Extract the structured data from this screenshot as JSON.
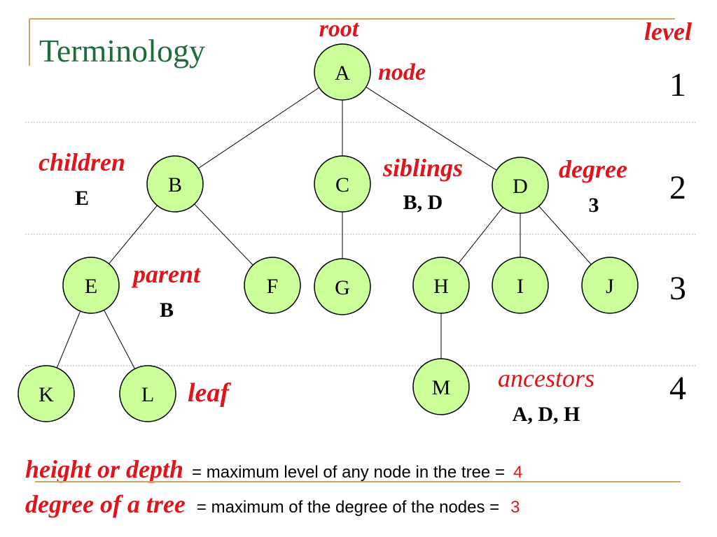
{
  "title": "Terminology",
  "colors": {
    "title": "#1f6b3a",
    "accent_line": "#c8a85a",
    "red": "#e0151b",
    "node_fill": "#ccff99",
    "node_stroke": "#000000",
    "dotted": "#b0b0b0"
  },
  "level_header": "level",
  "levels": [
    "1",
    "2",
    "3",
    "4"
  ],
  "nodes": [
    {
      "id": "A",
      "label": "A"
    },
    {
      "id": "B",
      "label": "B"
    },
    {
      "id": "C",
      "label": "C"
    },
    {
      "id": "D",
      "label": "D"
    },
    {
      "id": "E",
      "label": "E"
    },
    {
      "id": "F",
      "label": "F"
    },
    {
      "id": "G",
      "label": "G"
    },
    {
      "id": "H",
      "label": "H"
    },
    {
      "id": "I",
      "label": "I"
    },
    {
      "id": "J",
      "label": "J"
    },
    {
      "id": "K",
      "label": "K"
    },
    {
      "id": "L",
      "label": "L"
    },
    {
      "id": "M",
      "label": "M"
    }
  ],
  "edges": [
    [
      "A",
      "B"
    ],
    [
      "A",
      "C"
    ],
    [
      "A",
      "D"
    ],
    [
      "B",
      "E"
    ],
    [
      "B",
      "F"
    ],
    [
      "C",
      "G"
    ],
    [
      "D",
      "H"
    ],
    [
      "D",
      "I"
    ],
    [
      "D",
      "J"
    ],
    [
      "E",
      "K"
    ],
    [
      "E",
      "L"
    ],
    [
      "H",
      "M"
    ]
  ],
  "annotations": {
    "root": "root",
    "node": "node",
    "children": "children",
    "children_value": "E",
    "siblings": "siblings",
    "siblings_value": "B, D",
    "degree": "degree",
    "degree_value": "3",
    "parent": "parent",
    "parent_value": "B",
    "leaf": "leaf",
    "ancestors": "ancestors",
    "ancestors_value": "A, D, H"
  },
  "footer": {
    "line1_term": "height or depth",
    "line1_text": "= maximum level of any node in the tree =",
    "line1_value": "4",
    "line2_term": "degree of a tree",
    "line2_text": "= maximum of the degree of the nodes =",
    "line2_value": "3"
  }
}
